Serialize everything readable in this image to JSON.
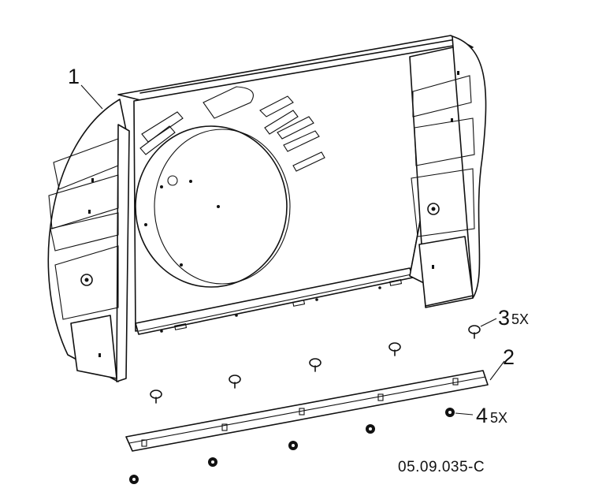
{
  "callouts": [
    {
      "number": "1"
    },
    {
      "number": "2"
    },
    {
      "number": "3",
      "qty": "5X"
    },
    {
      "number": "4",
      "qty": "5X"
    }
  ],
  "drawing_code": "05.09.035-C"
}
